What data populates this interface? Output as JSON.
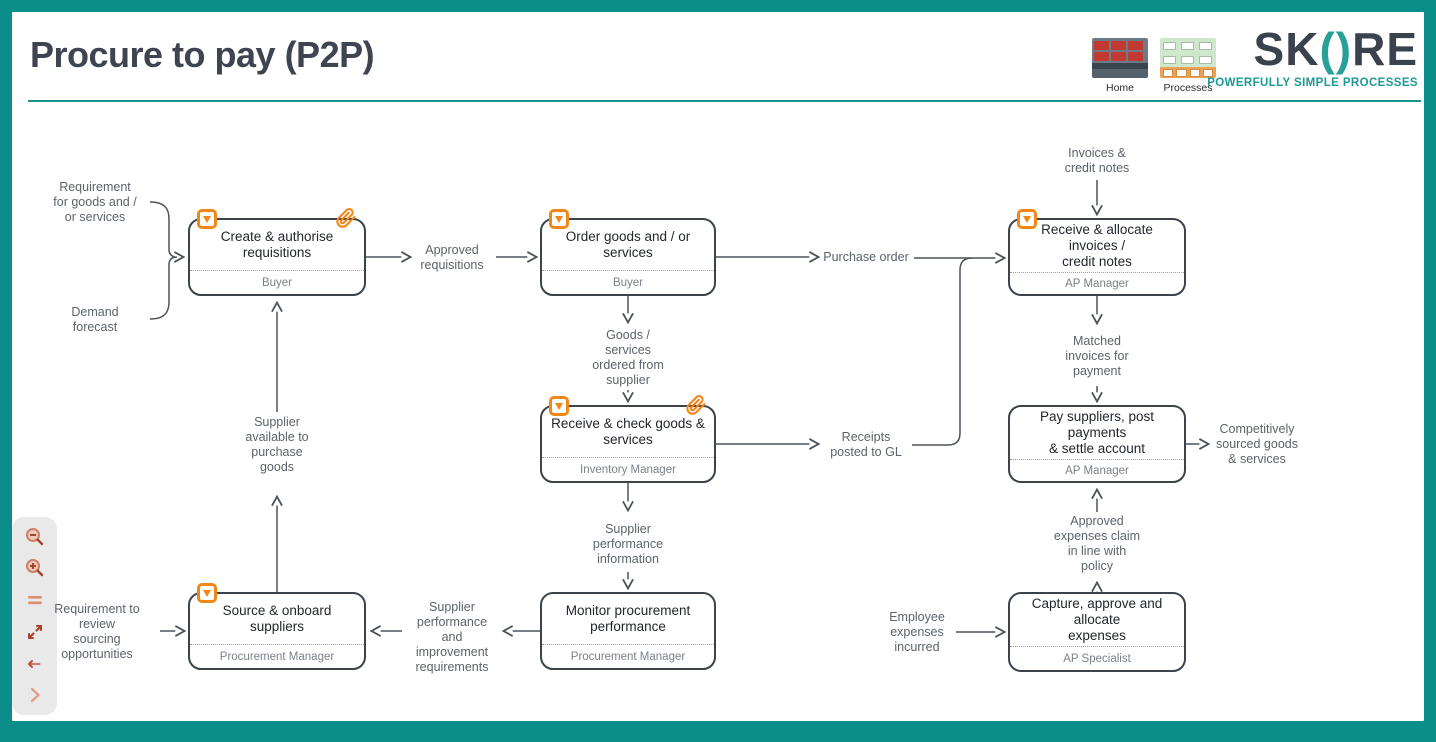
{
  "page": {
    "title": "Procure to pay (P2P)"
  },
  "nav": {
    "home": {
      "label": "Home"
    },
    "processes": {
      "label": "Processes"
    },
    "logo": {
      "left": "SK",
      "parens": "()",
      "right": "RE",
      "tagline": "POWERFULLY SIMPLE PROCESSES"
    }
  },
  "colors": {
    "frame_teal": "#0b8d89",
    "accent_orange": "#f28718",
    "connector_gray": "#4c535b",
    "label_gray": "#5d636b"
  },
  "icons": {
    "toolbar": [
      "zoom-out-icon",
      "zoom-in-icon",
      "fit-lines-icon",
      "expand-icon",
      "pan-horizontal-icon",
      "chevron-right-icon"
    ],
    "box_dropdown": "orange-square-down-triangle",
    "attachment": "orange-paperclip"
  },
  "diagram": {
    "boxes": [
      {
        "title": "Create & authorise\nrequisitions",
        "role": "Buyer",
        "has_dropdown": true,
        "has_attachment": true
      },
      {
        "title": "Order goods and / or services",
        "role": "Buyer",
        "has_dropdown": true,
        "has_attachment": false
      },
      {
        "title": "Receive & allocate invoices /\ncredit notes",
        "role": "AP Manager",
        "has_dropdown": true,
        "has_attachment": false
      },
      {
        "title": "Receive & check goods &\nservices",
        "role": "Inventory Manager",
        "has_dropdown": true,
        "has_attachment": true
      },
      {
        "title": "Pay suppliers, post payments\n& settle account",
        "role": "AP Manager",
        "has_dropdown": false,
        "has_attachment": false
      },
      {
        "title": "Source & onboard suppliers",
        "role": "Procurement Manager",
        "has_dropdown": true,
        "has_attachment": false
      },
      {
        "title": "Monitor procurement\nperformance",
        "role": "Procurement Manager",
        "has_dropdown": false,
        "has_attachment": false
      },
      {
        "title": "Capture, approve and allocate\nexpenses",
        "role": "AP Specialist",
        "has_dropdown": false,
        "has_attachment": false
      }
    ],
    "labels": [
      {
        "text": "Requirement\nfor goods and /\nor services"
      },
      {
        "text": "Demand\nforecast"
      },
      {
        "text": "Approved\nrequisitions"
      },
      {
        "text": "Purchase order"
      },
      {
        "text": "Invoices &\ncredit notes"
      },
      {
        "text": "Goods /\nservices\nordered from\nsupplier"
      },
      {
        "text": "Receipts\nposted to GL"
      },
      {
        "text": "Matched\ninvoices for\npayment"
      },
      {
        "text": "Competitively\nsourced goods\n& services"
      },
      {
        "text": "Supplier\navailable to\npurchase\ngoods"
      },
      {
        "text": "Supplier\nperformance\ninformation"
      },
      {
        "text": "Supplier\nperformance\nand\nimprovement\nrequirements"
      },
      {
        "text": "Requirement to\nreview\nsourcing\nopportunities"
      },
      {
        "text": "Approved\nexpenses claim\nin line with\npolicy"
      },
      {
        "text": "Employee\nexpenses\nincurred"
      }
    ]
  }
}
